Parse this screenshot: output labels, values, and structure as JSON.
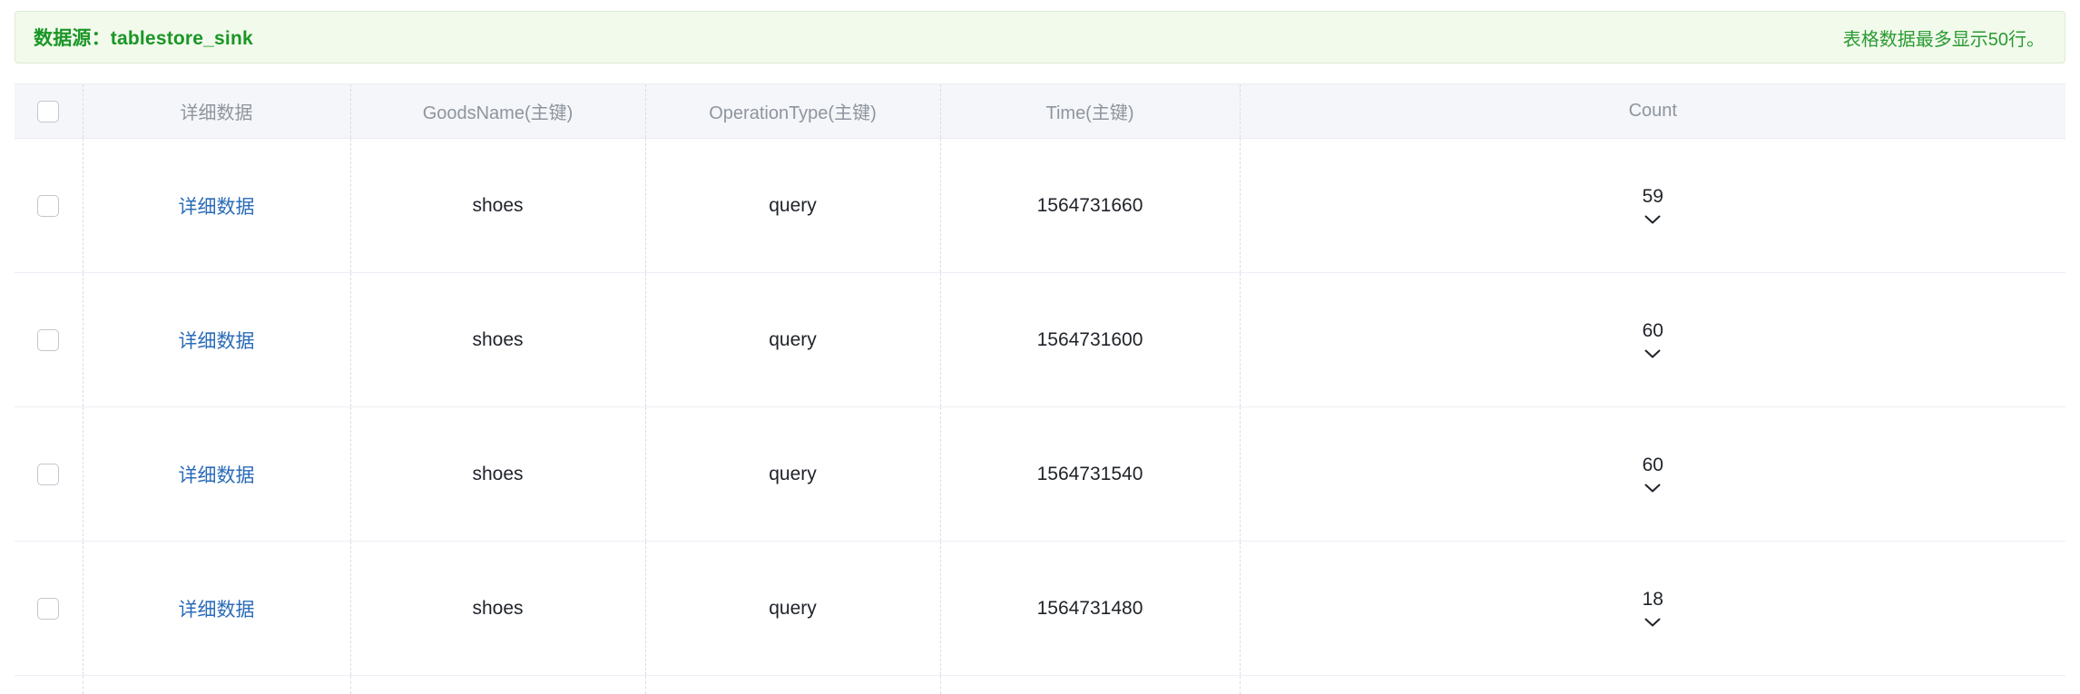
{
  "banner": {
    "source_label": "数据源：tablestore_sink",
    "limit_note": "表格数据最多显示50行。",
    "accent_color": "#1a9626",
    "background_color": "#f2faec",
    "border_color": "#dcecd0"
  },
  "table": {
    "columns": [
      {
        "key": "select",
        "label": ""
      },
      {
        "key": "detail",
        "label": "详细数据"
      },
      {
        "key": "goods",
        "label": "GoodsName(主键)"
      },
      {
        "key": "op",
        "label": "OperationType(主键)"
      },
      {
        "key": "time",
        "label": "Time(主键)"
      },
      {
        "key": "count",
        "label": "Count"
      }
    ],
    "row_action_label": "详细数据",
    "expand_icon": "chevron-down-icon",
    "link_color": "#2b6cb8",
    "header_bg": "#f4f6f9",
    "rows": [
      {
        "detail": "详细数据",
        "goods": "shoes",
        "op": "query",
        "time": "1564731660",
        "count": "59"
      },
      {
        "detail": "详细数据",
        "goods": "shoes",
        "op": "query",
        "time": "1564731600",
        "count": "60"
      },
      {
        "detail": "详细数据",
        "goods": "shoes",
        "op": "query",
        "time": "1564731540",
        "count": "60"
      },
      {
        "detail": "详细数据",
        "goods": "shoes",
        "op": "query",
        "time": "1564731480",
        "count": "18"
      }
    ]
  }
}
